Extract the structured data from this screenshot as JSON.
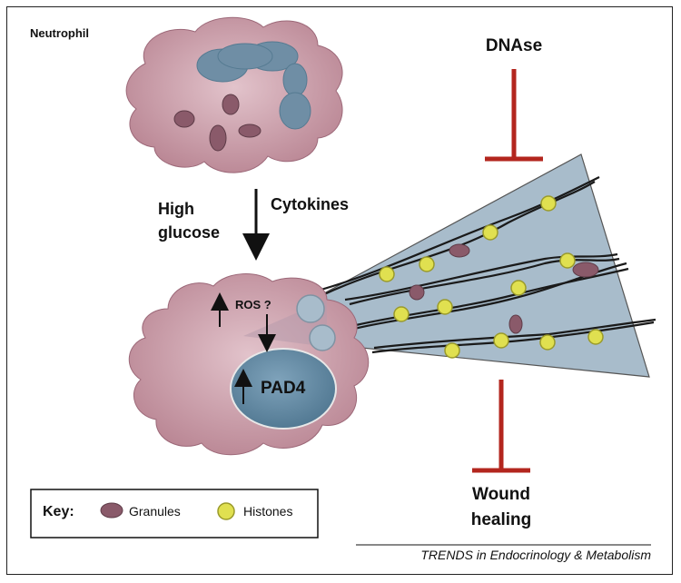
{
  "labels": {
    "neutrophil": "Neutrophil",
    "dnase": "DNAse",
    "high": "High",
    "glucose": "glucose",
    "cytokines": "Cytokines",
    "ros": "ROS ?",
    "pad4": "PAD4",
    "wound": "Wound",
    "healing": "healing"
  },
  "key": {
    "title": "Key:",
    "granules": "Granules",
    "histones": "Histones"
  },
  "footer": "TRENDS in Endocrinology & Metabolism",
  "colors": {
    "cell": "#c99aa6",
    "nucleus": "#6f8ea5",
    "granule": "#8a5a6a",
    "histone": "#e0e050",
    "net": "#a8bccb",
    "inhibit": "#b3261e"
  }
}
